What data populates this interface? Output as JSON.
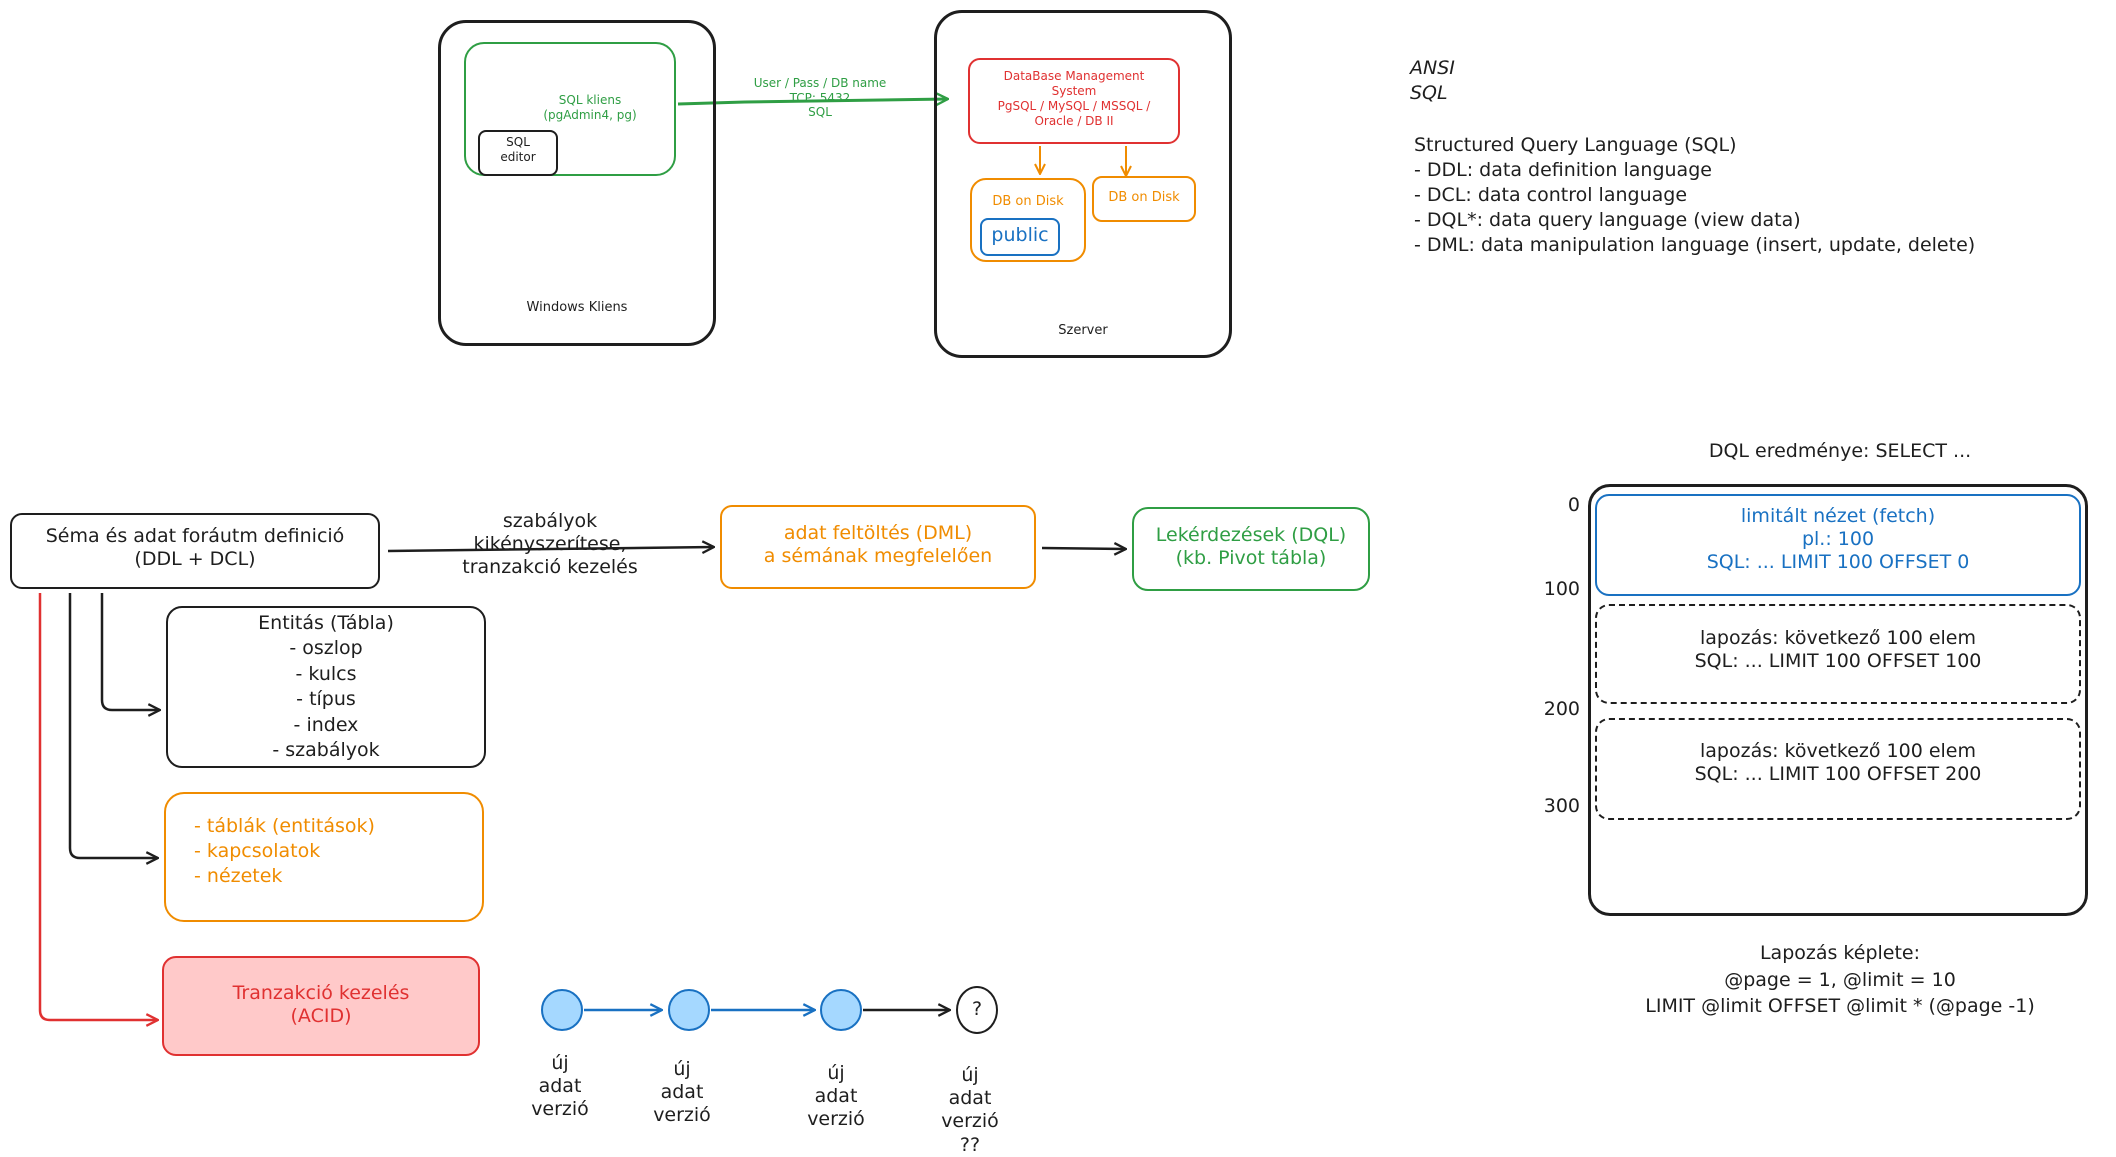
{
  "top": {
    "client_frame_label": "Windows Kliens",
    "sql_client_label": "SQL kliens\n(pgAdmin4, pg)",
    "sql_editor_label": "SQL\neditor",
    "connection_label": "User / Pass / DB name\nTCP: 5432\nSQL",
    "server_frame_label": "Szerver",
    "dbms_label": "DataBase Management\nSystem\nPgSQL / MySQL / MSSQL /\nOracle / DB II",
    "db_on_disk_1": "DB on Disk",
    "db_on_disk_2": "DB on Disk",
    "public_label": "public"
  },
  "notes": {
    "ansi_sql": "ANSI\n SQL",
    "sql_heading": "Structured Query Language (SQL)",
    "sql_items": [
      "- DDL: data definition language",
      "- DCL: data control language",
      "- DQL*: data query language (view data)",
      "- DML: data manipulation language (insert, update, delete)"
    ]
  },
  "flow": {
    "schema_box": "Séma és adat foráutm definició\n(DDL + DCL)",
    "arrow_label": "szabályok\nkikényszerítese,\ntranzakció kezelés",
    "upload_box": "adat feltöltés (DML)\na sémának megfelelően",
    "query_box": "Lekérdezések (DQL)\n(kb. Pivot tábla)",
    "entity_box": "Entitás (Tábla)\n- oszlop\n- kulcs\n- típus\n- index\n- szabályok",
    "schema_items_box": "- táblák (entitások)\n- kapcsolatok\n- nézetek",
    "transaction_box": "Tranzakció kezelés\n(ACID)"
  },
  "versions": {
    "labels": [
      "új\nadat\nverzió",
      "új\nadat\nverzió",
      "új\nadat\nverzió",
      "új\nadat\nverzió\n??"
    ],
    "unknown_node": "?"
  },
  "paging": {
    "title": "DQL eredménye: SELECT ...",
    "axis_ticks": [
      "0",
      "100",
      "200",
      "300"
    ],
    "fetch_box": "limitált nézet (fetch)\npl.: 100\nSQL: ... LIMIT 100 OFFSET 0",
    "page_box_1": "lapozás: következő 100 elem\nSQL: ... LIMIT 100 OFFSET 100",
    "page_box_2": "lapozás: következő 100 elem\nSQL: ... LIMIT 100 OFFSET 200",
    "formula": "Lapozás képlete:\n@page = 1, @limit = 10\nLIMIT @limit OFFSET @limit * (@page -1)"
  },
  "colors": {
    "stroke": "#1e1e1e",
    "green": "#2f9e44",
    "red": "#e03131",
    "red_fill": "#ffc9c9",
    "orange": "#f08c00",
    "blue": "#1971c2",
    "blue_fill": "#a5d8ff"
  }
}
